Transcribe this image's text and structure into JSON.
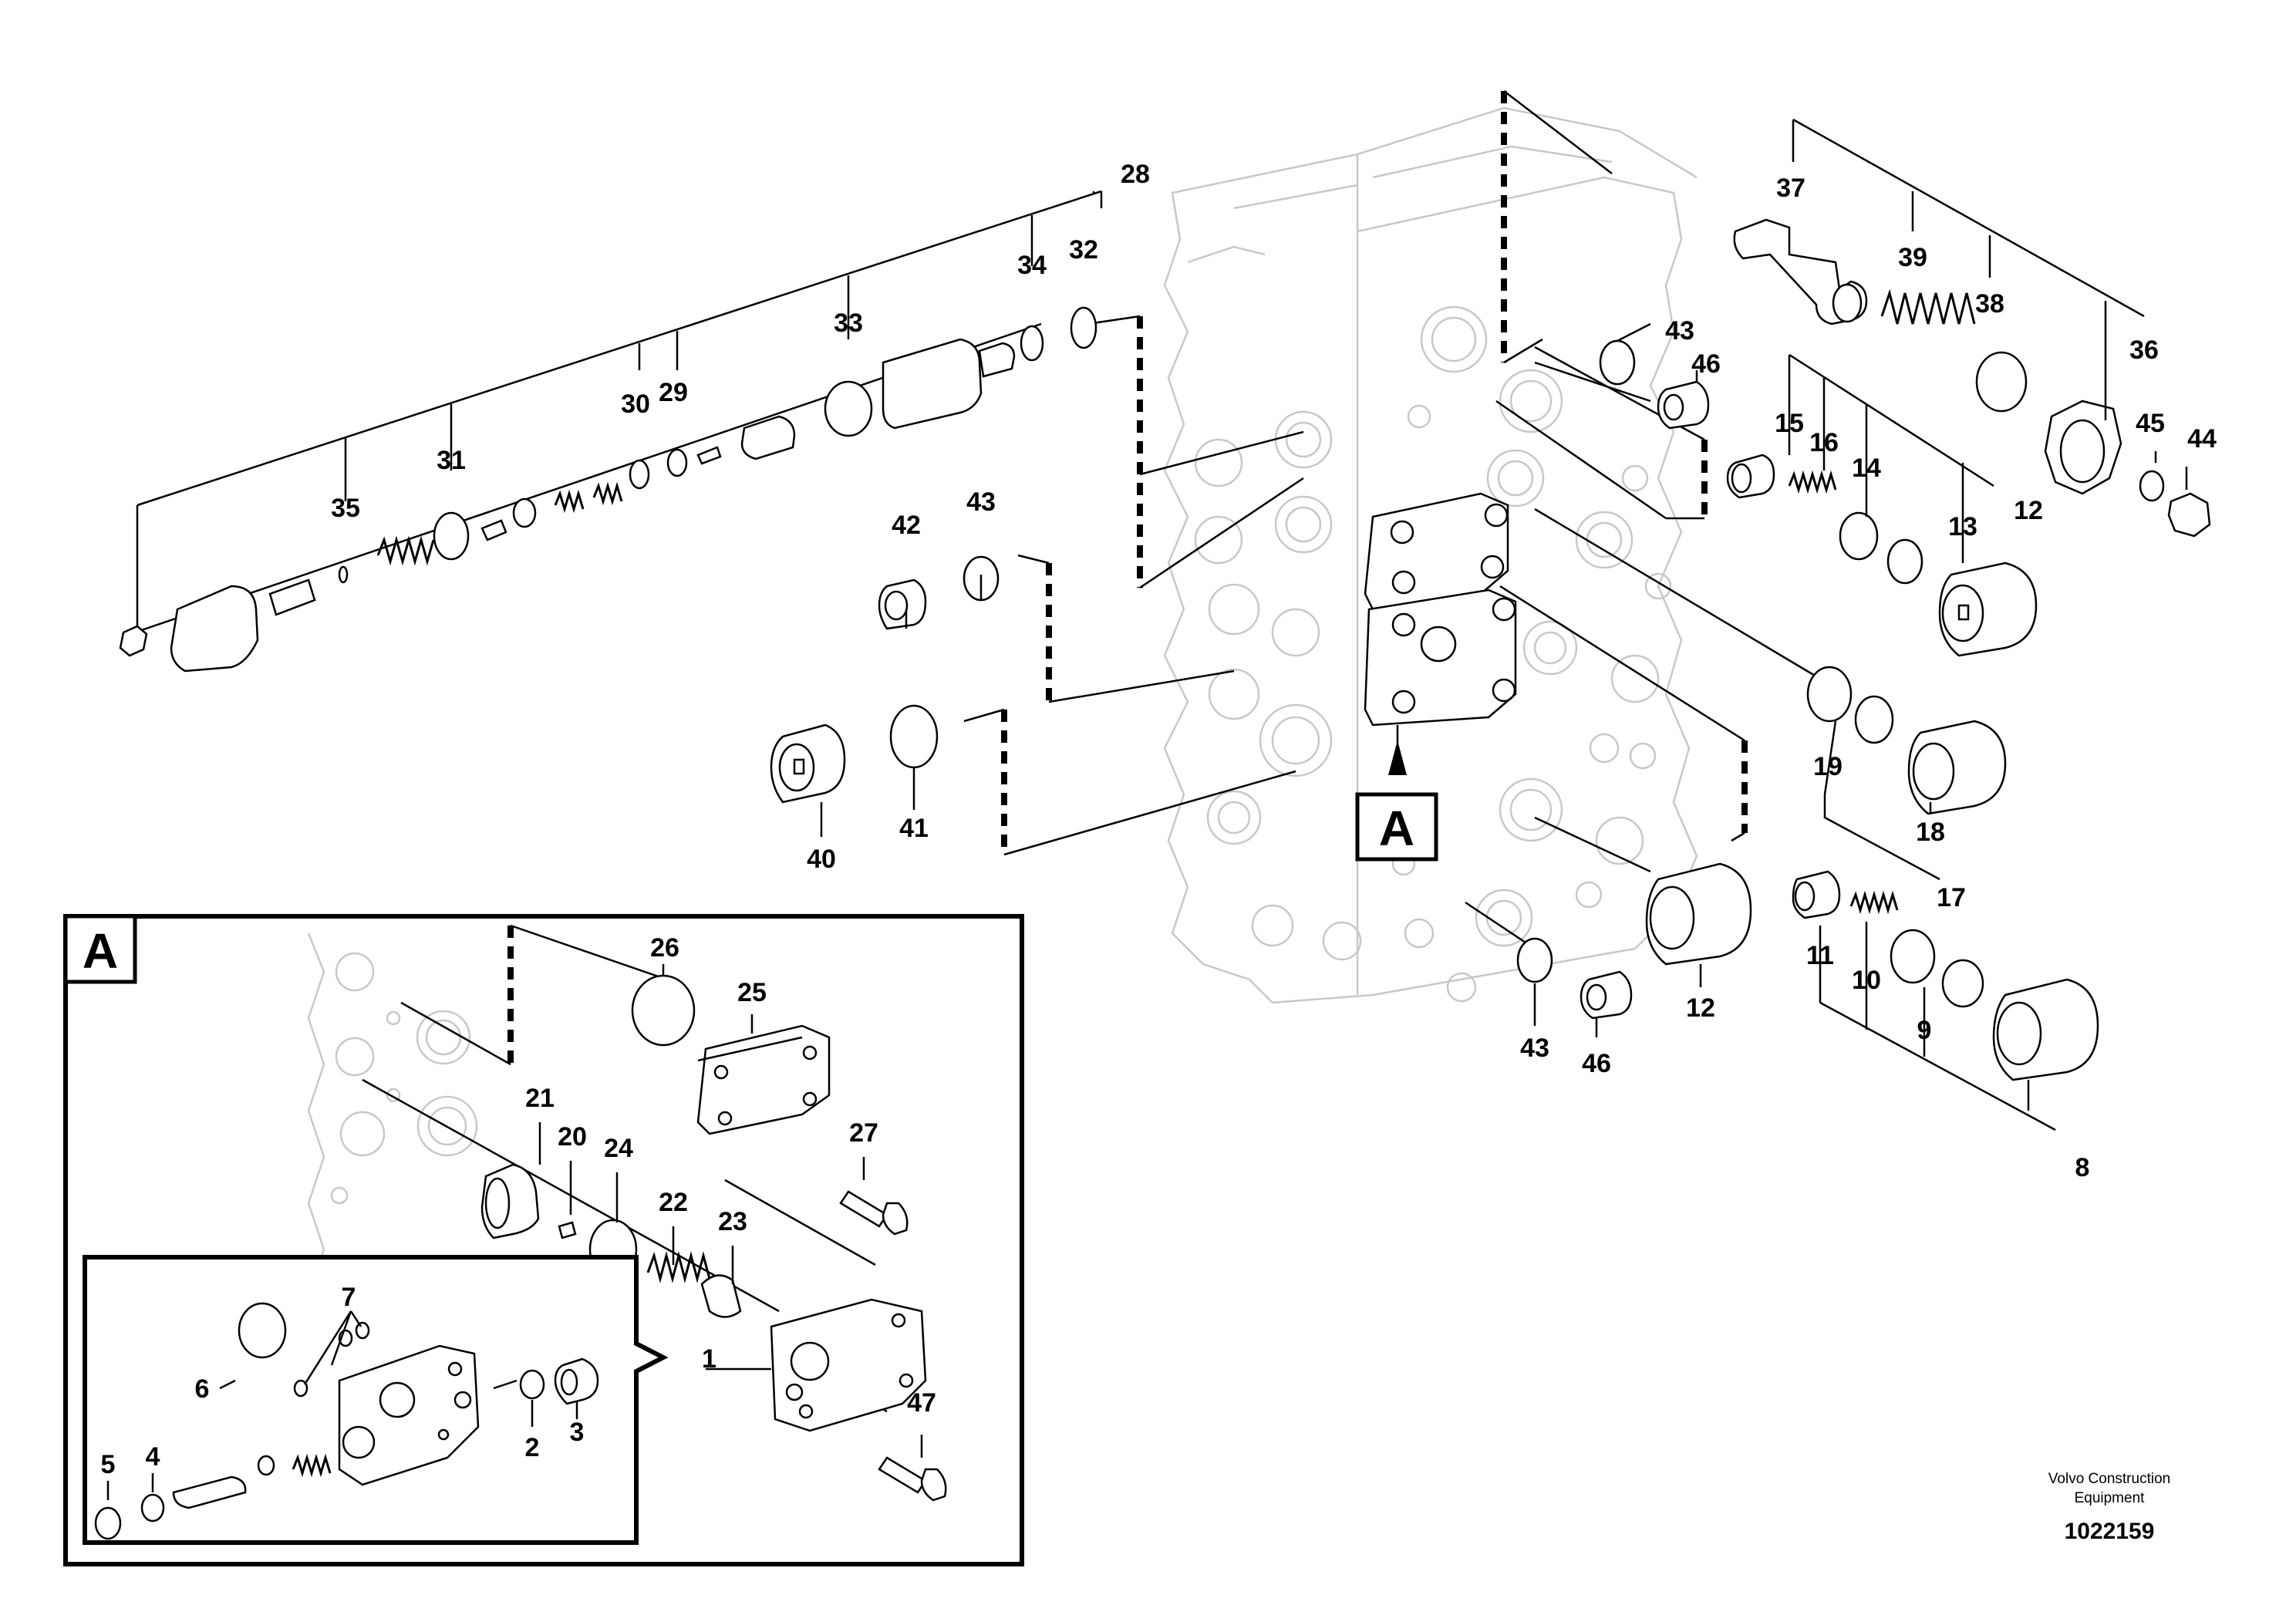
{
  "callouts": {
    "n1": "1",
    "n2": "2",
    "n3": "3",
    "n4": "4",
    "n5": "5",
    "n6": "6",
    "n7": "7",
    "n8": "8",
    "n9": "9",
    "n10": "10",
    "n11": "11",
    "n12a": "12",
    "n12b": "12",
    "n13": "13",
    "n14": "14",
    "n15": "15",
    "n16": "16",
    "n17": "17",
    "n18": "18",
    "n19": "19",
    "n20": "20",
    "n21": "21",
    "n22": "22",
    "n23": "23",
    "n24": "24",
    "n25": "25",
    "n26": "26",
    "n27": "27",
    "n28": "28",
    "n29": "29",
    "n30": "30",
    "n31": "31",
    "n32": "32",
    "n33": "33",
    "n34": "34",
    "n35": "35",
    "n36": "36",
    "n37": "37",
    "n38": "38",
    "n39": "39",
    "n40": "40",
    "n41": "41",
    "n42": "42",
    "n43a": "43",
    "n43b": "43",
    "n43c": "43",
    "n44": "44",
    "n45": "45",
    "n46a": "46",
    "n46b": "46",
    "n47": "47"
  },
  "detail": {
    "marker": "A",
    "inset_title": "A"
  },
  "footer": {
    "company_line1": "Volvo Construction",
    "company_line2": "Equipment",
    "document_number": "1022159"
  }
}
